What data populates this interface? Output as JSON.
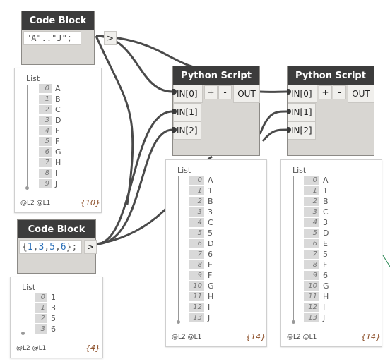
{
  "nodes": {
    "code_block_1": {
      "title": "Code Block",
      "code": "\"A\"..\"J\";",
      "output_label": ">"
    },
    "code_block_2": {
      "title": "Code Block",
      "code_open": "{",
      "code_values": [
        "1",
        "3",
        "5",
        "6"
      ],
      "code_close": "};",
      "output_label": ">"
    },
    "python_script_1": {
      "title": "Python Script",
      "inputs": [
        "IN[0]",
        "IN[1]",
        "IN[2]"
      ],
      "add_label": "+",
      "remove_label": "-",
      "output_label": "OUT"
    },
    "python_script_2": {
      "title": "Python Script",
      "inputs": [
        "IN[0]",
        "IN[1]",
        "IN[2]"
      ],
      "add_label": "+",
      "remove_label": "-",
      "output_label": "OUT"
    }
  },
  "previews": {
    "code_block_1": {
      "header": "List",
      "items": [
        {
          "index": "0",
          "value": "A"
        },
        {
          "index": "1",
          "value": "B"
        },
        {
          "index": "2",
          "value": "C"
        },
        {
          "index": "3",
          "value": "D"
        },
        {
          "index": "4",
          "value": "E"
        },
        {
          "index": "5",
          "value": "F"
        },
        {
          "index": "6",
          "value": "G"
        },
        {
          "index": "7",
          "value": "H"
        },
        {
          "index": "8",
          "value": "I"
        },
        {
          "index": "9",
          "value": "J"
        }
      ],
      "levels": "@L2 @L1",
      "count": "{10}"
    },
    "code_block_2": {
      "header": "List",
      "items": [
        {
          "index": "0",
          "value": "1"
        },
        {
          "index": "1",
          "value": "3"
        },
        {
          "index": "2",
          "value": "5"
        },
        {
          "index": "3",
          "value": "6"
        }
      ],
      "levels": "@L2 @L1",
      "count": "{4}"
    },
    "python_script_1": {
      "header": "List",
      "items": [
        {
          "index": "0",
          "value": "A"
        },
        {
          "index": "1",
          "value": "1"
        },
        {
          "index": "2",
          "value": "B"
        },
        {
          "index": "3",
          "value": "3"
        },
        {
          "index": "4",
          "value": "C"
        },
        {
          "index": "5",
          "value": "5"
        },
        {
          "index": "6",
          "value": "D"
        },
        {
          "index": "7",
          "value": "6"
        },
        {
          "index": "8",
          "value": "E"
        },
        {
          "index": "9",
          "value": "F"
        },
        {
          "index": "10",
          "value": "G"
        },
        {
          "index": "11",
          "value": "H"
        },
        {
          "index": "12",
          "value": "I"
        },
        {
          "index": "13",
          "value": "J"
        }
      ],
      "levels": "@L2 @L1",
      "count": "{14}"
    },
    "python_script_2": {
      "header": "List",
      "items": [
        {
          "index": "0",
          "value": "A"
        },
        {
          "index": "1",
          "value": "1"
        },
        {
          "index": "2",
          "value": "B"
        },
        {
          "index": "3",
          "value": "C"
        },
        {
          "index": "4",
          "value": "3"
        },
        {
          "index": "5",
          "value": "D"
        },
        {
          "index": "6",
          "value": "E"
        },
        {
          "index": "7",
          "value": "5"
        },
        {
          "index": "8",
          "value": "F"
        },
        {
          "index": "9",
          "value": "6"
        },
        {
          "index": "10",
          "value": "G"
        },
        {
          "index": "11",
          "value": "H"
        },
        {
          "index": "12",
          "value": "I"
        },
        {
          "index": "13",
          "value": "J"
        }
      ],
      "levels": "@L2 @L1",
      "count": "{14}"
    }
  },
  "colors": {
    "wire": "#4a4a4a",
    "node_header": "#3c3c3c",
    "node_body": "#d8d6d2",
    "number_literal": "#2a6fb8",
    "count_text": "#8a4b24"
  }
}
